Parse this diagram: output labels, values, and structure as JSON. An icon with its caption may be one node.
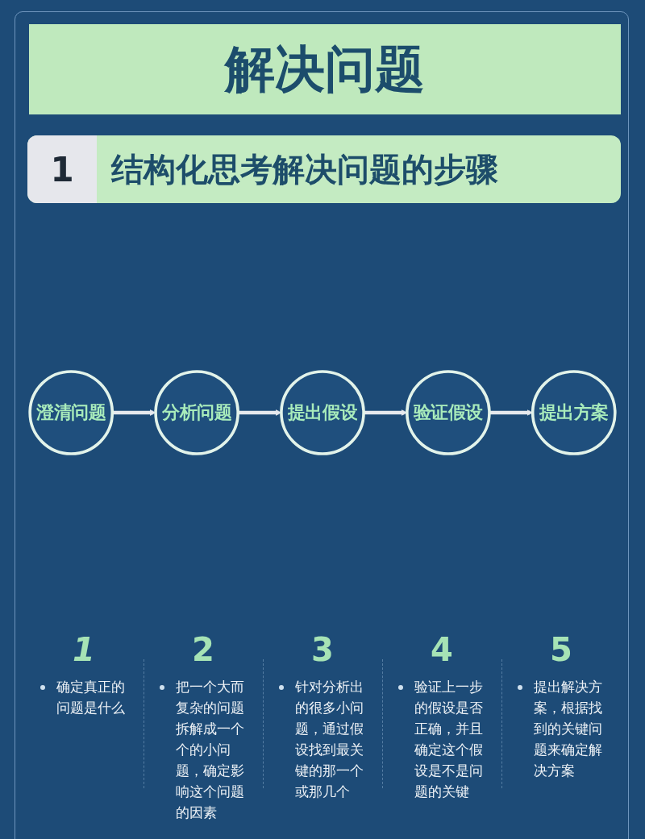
{
  "diagram": {
    "title": "解决问题",
    "nodes": [
      {
        "text": [
          "澄清问题"
        ]
      },
      {
        "text": [
          "分析问题"
        ]
      },
      {
        "text": [
          "提出假设"
        ]
      },
      {
        "text": [
          "验证假设"
        ]
      },
      {
        "text": [
          "提出方案"
        ]
      }
    ],
    "edges": [
      {
        "from": 0,
        "to": 1,
        "arrow": "to"
      },
      {
        "from": 1,
        "to": 2,
        "arrow": "to"
      },
      {
        "from": 2,
        "to": 3,
        "arrow": "to"
      },
      {
        "from": 3,
        "to": 4,
        "arrow": "to"
      }
    ],
    "labels": [
      "1",
      "结构化思考解决问题的步骤",
      "1",
      "2",
      "3",
      "4",
      "5",
      "确定真正的问题是什么",
      "把一个大而复杂的问题拆解成一个个的小问题，确定影响这个问题的因素",
      "针对分析出的很多小问题，通过假设找到最关键的那一个或那几个",
      "验证上一步的假设是否正确，并且确定这个假设是不是问题的关键",
      "提出解决方案，根据找到的关键问题来确定解决方案"
    ]
  }
}
